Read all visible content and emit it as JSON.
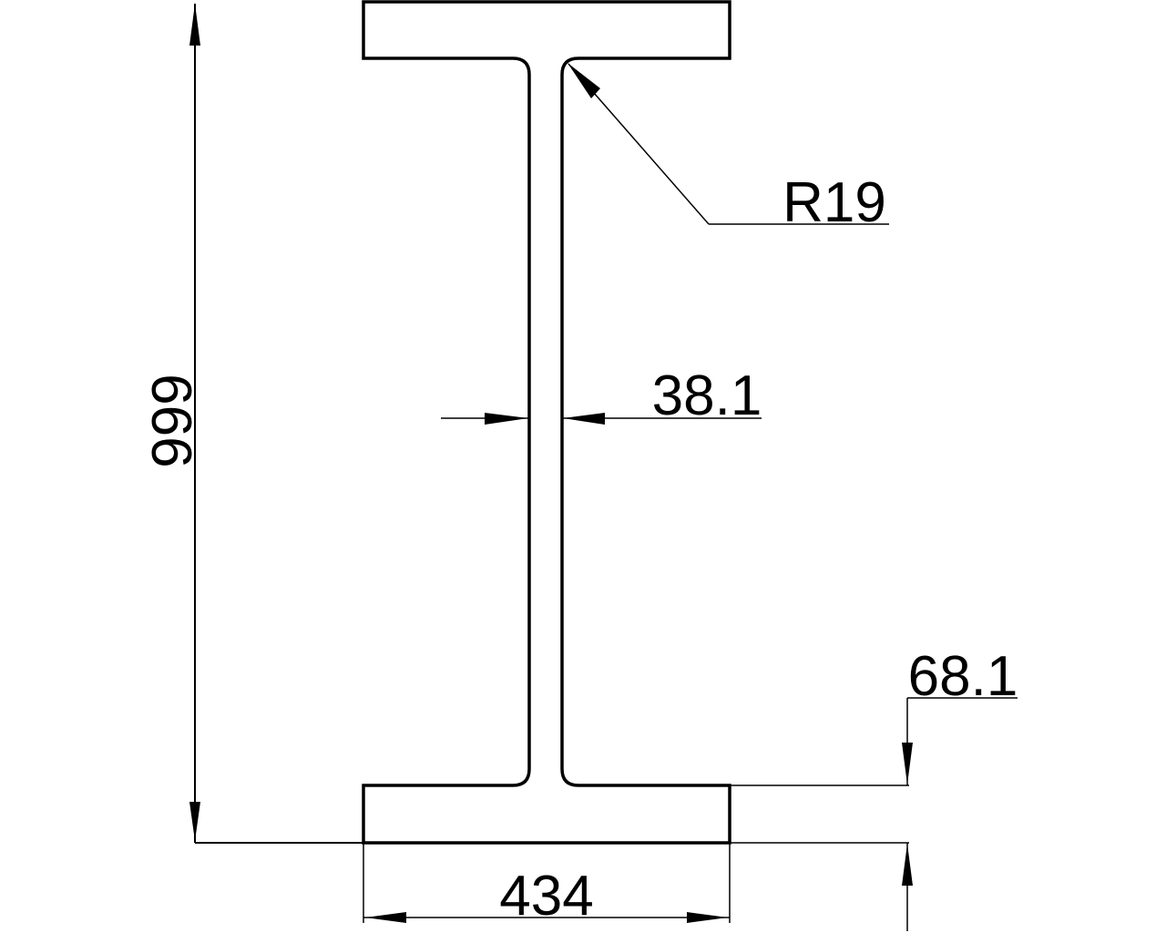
{
  "drawing": {
    "type": "I-beam cross section",
    "line_color": "#000000",
    "background": "#ffffff"
  },
  "dimensions": {
    "height": {
      "label": "999",
      "orientation": "vertical"
    },
    "flange_width": {
      "label": "434"
    },
    "web_thickness": {
      "label": "38.1"
    },
    "fillet_radius": {
      "label": "R19"
    },
    "flange_thickness": {
      "label": "68.1"
    }
  }
}
